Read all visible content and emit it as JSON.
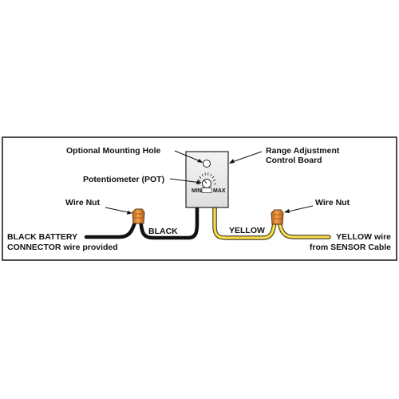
{
  "labels": {
    "mounting_hole": "Optional Mounting Hole",
    "control_board_line1": "Range Adjustment",
    "control_board_line2": "Control Board",
    "potentiometer": "Potentiometer (POT)",
    "wire_nut_left": "Wire Nut",
    "wire_nut_right": "Wire Nut",
    "black_wire": "BLACK",
    "yellow_wire": "YELLOW",
    "battery_line1": "BLACK BATTERY",
    "battery_line2": "CONNECTOR wire provided",
    "sensor_line1": "YELLOW wire",
    "sensor_line2": "from SENSOR Cable",
    "pot_min": "MIN",
    "pot_max": "MAX"
  },
  "colors": {
    "black_wire": "#111111",
    "yellow_wire": "#e8c21a",
    "yellow_wire_highlight": "#fff3a0",
    "wire_nut": "#e0852a",
    "wire_nut_dark": "#a9561a",
    "board_fill": "#eaeaea",
    "frame": "#222222"
  }
}
